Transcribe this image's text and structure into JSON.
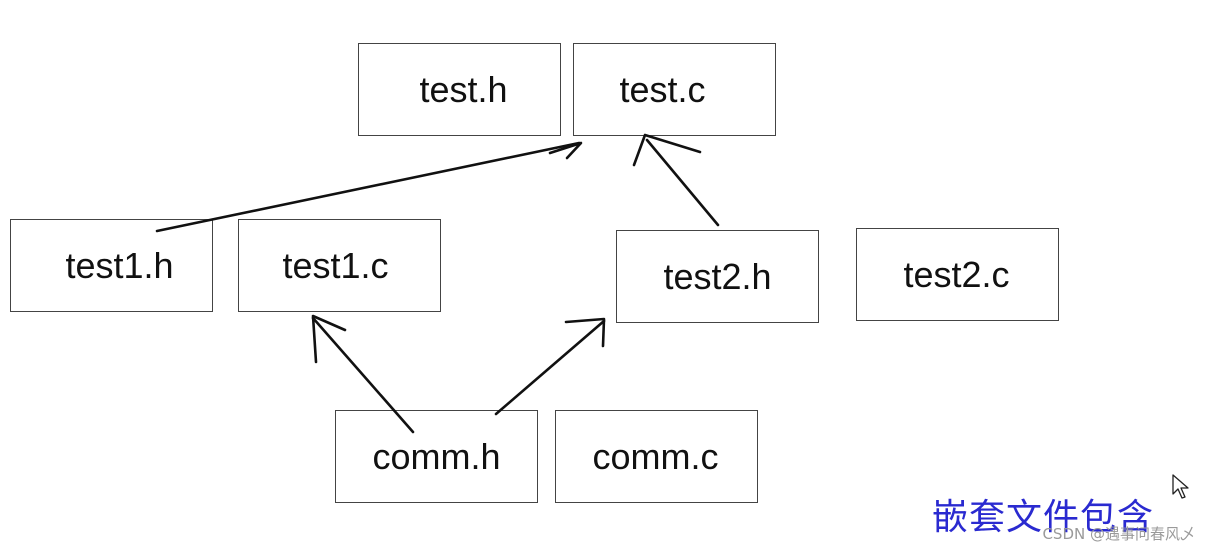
{
  "boxes": {
    "test_h": "test.h",
    "test_c": "test.c",
    "test1_h": "test1.h",
    "test1_c": "test1.c",
    "test2_h": "test2.h",
    "test2_c": "test2.c",
    "comm_h": "comm.h",
    "comm_c": "comm.c"
  },
  "caption": "嵌套文件包含",
  "watermark": "CSDN @遇事问春风乄",
  "colors": {
    "caption": "#2a2ad0",
    "border": "#444444",
    "arrow": "#111111"
  }
}
